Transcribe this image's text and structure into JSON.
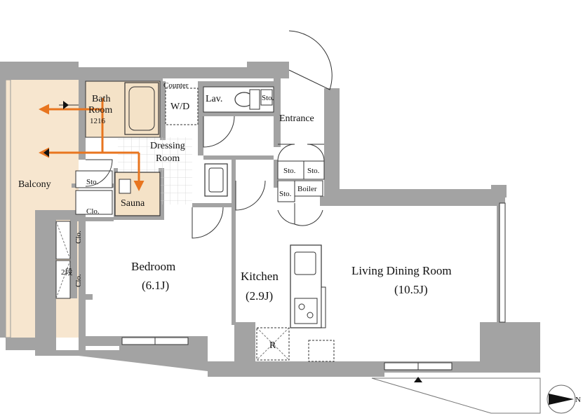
{
  "labels": {
    "bath_room_line1": "Bath",
    "bath_room_line2": "Room",
    "bath_size": "1216",
    "counter": "Counter",
    "wd": "W/D",
    "lav": "Lav.",
    "sto_lav": "Sto.",
    "entrance": "Entrance",
    "dressing_line1": "Dressing",
    "dressing_line2": "Room",
    "balcony": "Balcony",
    "sto_dressing": "Sto.",
    "sauna": "Sauna",
    "clo_small": "Clo.",
    "clo_bed_upper": "Clo.",
    "clo_bed_lower": "Clo.",
    "step": "2段",
    "sto_entrance_left": "Sto.",
    "sto_entrance_right": "Sto.",
    "sto_boiler_side": "Sto.",
    "boiler": "Boiler",
    "bedroom": "Bedroom",
    "bedroom_size": "(6.1J)",
    "kitchen": "Kitchen",
    "kitchen_size": "(2.9J)",
    "ldr": "Living Dining Room",
    "ldr_size": "(10.5J)",
    "fridge": "R",
    "compass_n": "N"
  },
  "colors": {
    "wall": "#a3a3a3",
    "wall_dark": "#8d8d8d",
    "balcony": "#f7e6cf",
    "bath": "#f4e2c7",
    "arrow": "#e8751f",
    "line": "#222222",
    "grid": "#cfcfcf"
  }
}
